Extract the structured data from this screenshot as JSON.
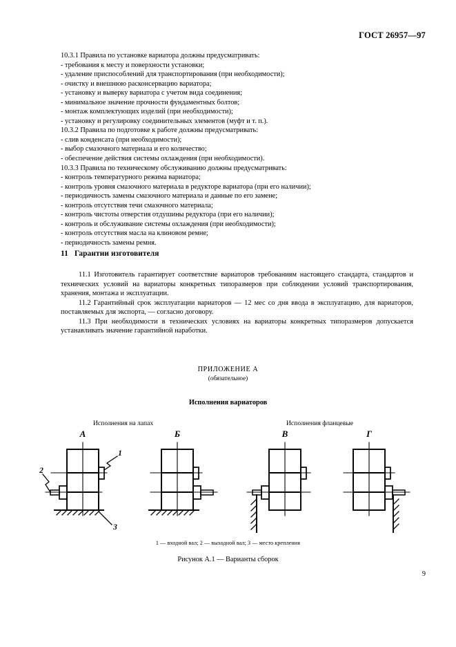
{
  "header": {
    "standard": "ГОСТ 26957—97"
  },
  "body": {
    "lines": [
      "10.3.1  Правила по установке вариатора должны предусматривать:",
      "- требования к месту и поверхности установки;",
      "- удаление приспособлений для транспортирования (при необходимости);",
      "- очистку и внешнюю расконсервацию вариатора;",
      "- установку и выверку вариатора с учетом вида соединения;",
      "- минимальное значение прочности фундаментных болтов;",
      "- монтаж комплектующих изделий (при необходимости);",
      "- установку и регулировку соединительных элементов (муфт и т. п.).",
      "10.3.2  Правила по подготовке к работе должны предусматривать:",
      "- слив конденсата (при необходимости);",
      "- выбор смазочного материала и его количество;",
      "- обеспечение действия системы охлаждения (при необходимости).",
      "10.3.3  Правила по техническому обслуживанию должны предусматривать:",
      "- контроль температурного режима вариатора;",
      "- контроль уровня смазочного материала в редукторе вариатора (при его наличии);",
      "- периодичность замены смазочного материала и данные по его замене;",
      "- контроль отсутствия течи смазочного материала;",
      "- контроль чистоты отверстия отдушины редуктора (при его наличии);",
      "- контроль и обслуживание системы охлаждения (при необходимости);",
      "- контроль отсутствия масла на клиновом ремне;",
      "- периодичность замены ремня."
    ]
  },
  "section": {
    "number": "11",
    "title": "Гарантии изготовителя",
    "paragraphs": [
      "11.1  Изготовитель гарантирует соответствие вариаторов требованиям настоящего стандарта, стандартов и технических условий на вариаторы конкретных типоразмеров при соблюдении условий транспортирования, хранения, монтажа и эксплуатации.",
      "11.2  Гарантийный срок эксплуатации вариаторов — 12 мес со дня ввода в эксплуатацию, для вариаторов, поставляемых для экспорта, — согласно договору.",
      "11.3  При необходимости в технических условиях на вариаторы конкретных типоразмеров допускается устанавливать значение гарантийной наработки."
    ]
  },
  "appendix": {
    "title": "ПРИЛОЖЕНИЕ А",
    "subtitle": "(обязательное)",
    "figure_title": "Исполнения вариаторов",
    "column_head_left": "Исполнения на лапах",
    "column_head_right": "Исполнения фланцевые",
    "variants": [
      {
        "label": "А",
        "mount": "feet",
        "callouts": [
          "1",
          "2",
          "3"
        ]
      },
      {
        "label": "Б",
        "mount": "feet",
        "callouts": []
      },
      {
        "label": "В",
        "mount": "flange-left",
        "callouts": []
      },
      {
        "label": "Г",
        "mount": "flange-right",
        "callouts": []
      }
    ],
    "caption_parts": [
      {
        "italic": "1",
        "text": " — входной вал; "
      },
      {
        "italic": "2",
        "text": " — выходной вал; "
      },
      {
        "italic": "3",
        "text": " — место крепления"
      }
    ],
    "caption": "1 — входной вал; 2 — выходной вал; 3 — место крепления",
    "figure_number": "Рисунок А.1 — Варианты сборок"
  },
  "footer": {
    "page_number": "9"
  },
  "colors": {
    "ink": "#000000",
    "paper": "#ffffff"
  }
}
